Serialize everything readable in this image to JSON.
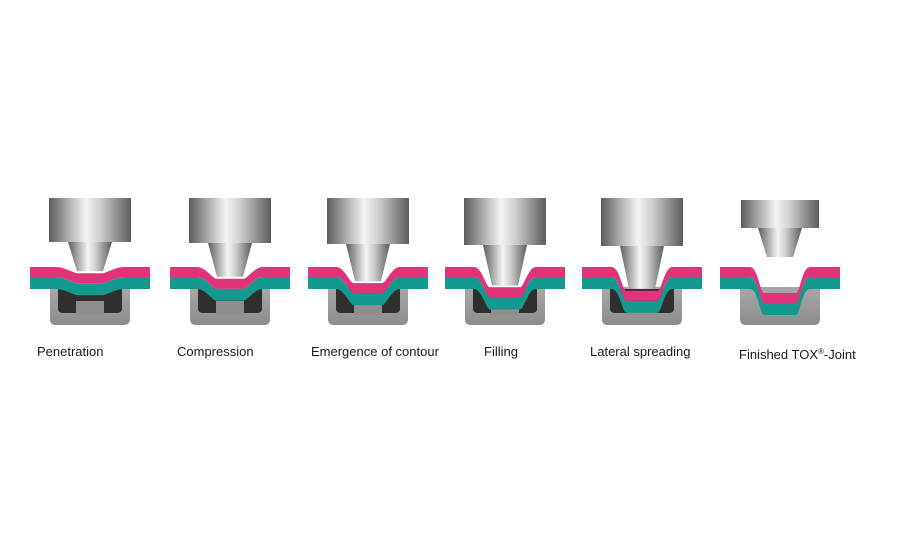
{
  "steps": [
    {
      "label": "Penetration",
      "depth": 0.1
    },
    {
      "label": "Compression",
      "depth": 0.35
    },
    {
      "label": "Emergence of contour",
      "depth": 0.55
    },
    {
      "label": "Filling",
      "depth": 0.75
    },
    {
      "label": "Lateral spreading",
      "depth": 0.9
    },
    {
      "label": "Finished TOX",
      "label_sup": "®",
      "label_suffix": "-Joint",
      "depth": 1.0
    }
  ],
  "colors": {
    "top_sheet": "#e0337a",
    "bottom_sheet": "#14998f",
    "steel_light": "#f4f4f4",
    "steel_dark": "#5c5c5c",
    "die": "#9a9a9a",
    "die_cavity": "#2f2f2f",
    "text": "#1a1a1a"
  }
}
